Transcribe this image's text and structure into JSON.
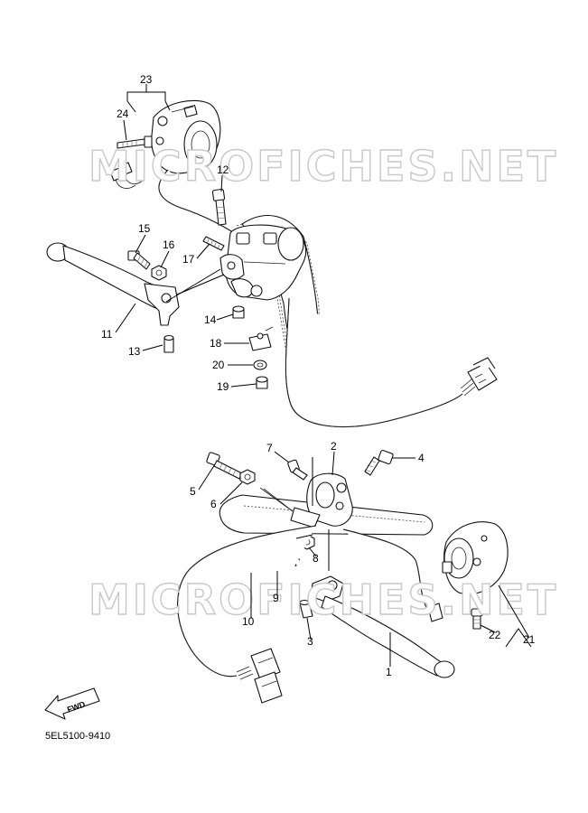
{
  "watermarks": [
    "MICROFICHES.NET",
    "MICROFICHES.NET"
  ],
  "callouts": {
    "c23": "23",
    "c24": "24",
    "c12": "12",
    "c15": "15",
    "c16": "16",
    "c17": "17",
    "c11": "11",
    "c13": "13",
    "c14": "14",
    "c18": "18",
    "c20": "20",
    "c19": "19",
    "c7": "7",
    "c2": "2",
    "c4": "4",
    "c5": "5",
    "c6": "6",
    "c8": "8",
    "c9": "9",
    "c10": "10",
    "c3": "3",
    "c1": "1",
    "c22": "22",
    "c21": "21"
  },
  "fwd_label": "FWD",
  "part_code": "5EL5100-9410"
}
